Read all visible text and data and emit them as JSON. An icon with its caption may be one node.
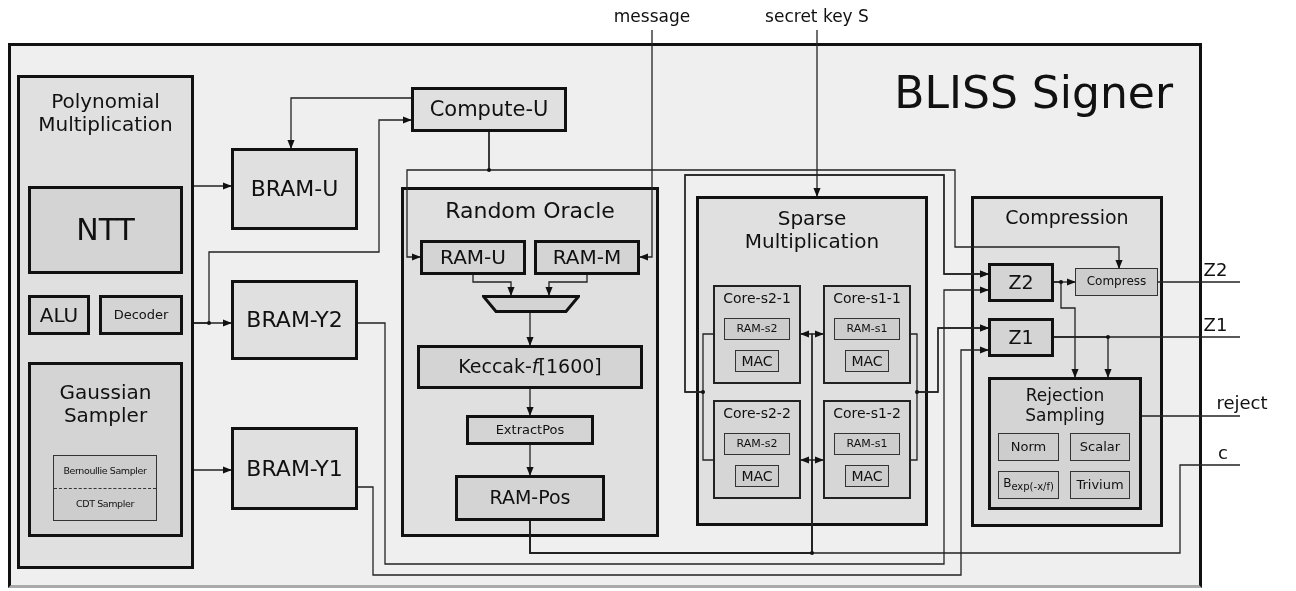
{
  "diagram": {
    "nodes": [
      {
        "text": [
          "BLISS Signer"
        ]
      },
      {
        "text": [
          "Polynomial Multiplication"
        ],
        "in": 0
      },
      {
        "text": [
          "NTT"
        ],
        "in": 1
      },
      {
        "text": [
          "ALU"
        ],
        "in": 1
      },
      {
        "text": [
          "Decoder"
        ],
        "in": 1
      },
      {
        "text": [
          "Gaussian Sampler"
        ],
        "in": 1
      },
      {
        "text": [
          "Bernoullie Sampler",
          "CDT Sampler"
        ],
        "in": 5
      },
      {
        "text": [
          "Compute-U"
        ],
        "in": 0
      },
      {
        "text": [
          "BRAM-U"
        ],
        "in": 0
      },
      {
        "text": [
          "BRAM-Y2"
        ],
        "in": 0
      },
      {
        "text": [
          "BRAM-Y1"
        ],
        "in": 0
      },
      {
        "text": [
          "Random Oracle"
        ],
        "in": 0
      },
      {
        "text": [
          "RAM-U"
        ],
        "in": 11
      },
      {
        "text": [
          "RAM-M"
        ],
        "in": 11
      },
      {
        "text": [],
        "shape": "trapezoid",
        "in": 11
      },
      {
        "text": [
          "Keccak-*f*[1600]"
        ],
        "in": 11
      },
      {
        "text": [
          "ExtractPos"
        ],
        "in": 11
      },
      {
        "text": [
          "RAM-Pos"
        ],
        "in": 11
      },
      {
        "text": [
          "Sparse Multiplication"
        ],
        "in": 0
      },
      {
        "text": [
          "Core-s2-1"
        ],
        "in": 18
      },
      {
        "text": [
          "RAM-s2"
        ],
        "in": 19
      },
      {
        "text": [
          "MAC"
        ],
        "in": 19
      },
      {
        "text": [
          "Core-s1-1"
        ],
        "in": 18
      },
      {
        "text": [
          "RAM-s1"
        ],
        "in": 22
      },
      {
        "text": [
          "MAC"
        ],
        "in": 22
      },
      {
        "text": [
          "Core-s2-2"
        ],
        "in": 18
      },
      {
        "text": [
          "RAM-s2"
        ],
        "in": 25
      },
      {
        "text": [
          "MAC"
        ],
        "in": 25
      },
      {
        "text": [
          "Core-s1-2"
        ],
        "in": 18
      },
      {
        "text": [
          "RAM-s1"
        ],
        "in": 28
      },
      {
        "text": [
          "MAC"
        ],
        "in": 28
      },
      {
        "text": [
          "Compression"
        ],
        "in": 0
      },
      {
        "text": [
          "Z2"
        ],
        "in": 31
      },
      {
        "text": [
          "Compress"
        ],
        "in": 31
      },
      {
        "text": [
          "Z1"
        ],
        "in": 31
      },
      {
        "text": [
          "Rejection Sampling"
        ],
        "in": 31
      },
      {
        "text": [
          "Norm"
        ],
        "in": 35
      },
      {
        "text": [
          "Scalar"
        ],
        "in": 35
      },
      {
        "text": [
          "B$_{exp(-x/f)}$"
        ],
        "in": 35
      },
      {
        "text": [
          "Trivium"
        ],
        "in": 35
      },
      {
        "text": [
          "message"
        ]
      },
      {
        "text": [
          "secret key S"
        ]
      },
      {
        "text": [
          "Z2"
        ]
      },
      {
        "text": [
          "Z1"
        ]
      },
      {
        "text": [
          "reject"
        ]
      },
      {
        "text": [
          "c"
        ]
      }
    ],
    "edges": [
      {
        "from": 1,
        "to": 8,
        "arrow": "to"
      },
      {
        "from": 1,
        "to": 9,
        "arrow": "to"
      },
      {
        "from": 1,
        "to": 7,
        "arrow": "to"
      },
      {
        "from": 1,
        "to": 10,
        "arrow": "to"
      },
      {
        "from": 7,
        "to": 8,
        "arrow": "to"
      },
      {
        "from": 7,
        "to": 12,
        "arrow": "to"
      },
      {
        "from": 7,
        "to": 33,
        "arrow": "to"
      },
      {
        "from": 40,
        "to": 13,
        "arrow": "to"
      },
      {
        "from": 41,
        "to": 18,
        "arrow": "to"
      },
      {
        "from": 12,
        "to": 14,
        "arrow": "to"
      },
      {
        "from": 13,
        "to": 14,
        "arrow": "to"
      },
      {
        "from": 14,
        "to": 15,
        "arrow": "to"
      },
      {
        "from": 15,
        "to": 16,
        "arrow": "to"
      },
      {
        "from": 16,
        "to": 17,
        "arrow": "to"
      },
      {
        "from": 17,
        "to": 19,
        "arrow": "to"
      },
      {
        "from": 17,
        "to": 22,
        "arrow": "to"
      },
      {
        "from": 17,
        "to": 25,
        "arrow": "to"
      },
      {
        "from": 17,
        "to": 28,
        "arrow": "to"
      },
      {
        "from": 19,
        "to": 32,
        "arrow": "to"
      },
      {
        "from": 25,
        "to": 32,
        "arrow": "to"
      },
      {
        "from": 22,
        "to": 34,
        "arrow": "to"
      },
      {
        "from": 28,
        "to": 34,
        "arrow": "to"
      },
      {
        "from": 9,
        "to": 32,
        "arrow": "to"
      },
      {
        "from": 10,
        "to": 34,
        "arrow": "to"
      },
      {
        "from": 17,
        "to": 45,
        "arrow": "none"
      },
      {
        "from": 32,
        "to": 33,
        "arrow": "to"
      },
      {
        "from": 32,
        "to": 35,
        "arrow": "to"
      },
      {
        "from": 34,
        "to": 35,
        "arrow": "to"
      },
      {
        "from": 33,
        "to": 42,
        "arrow": "none"
      },
      {
        "from": 34,
        "to": 43,
        "arrow": "none"
      },
      {
        "from": 35,
        "to": 44,
        "arrow": "none"
      }
    ]
  }
}
